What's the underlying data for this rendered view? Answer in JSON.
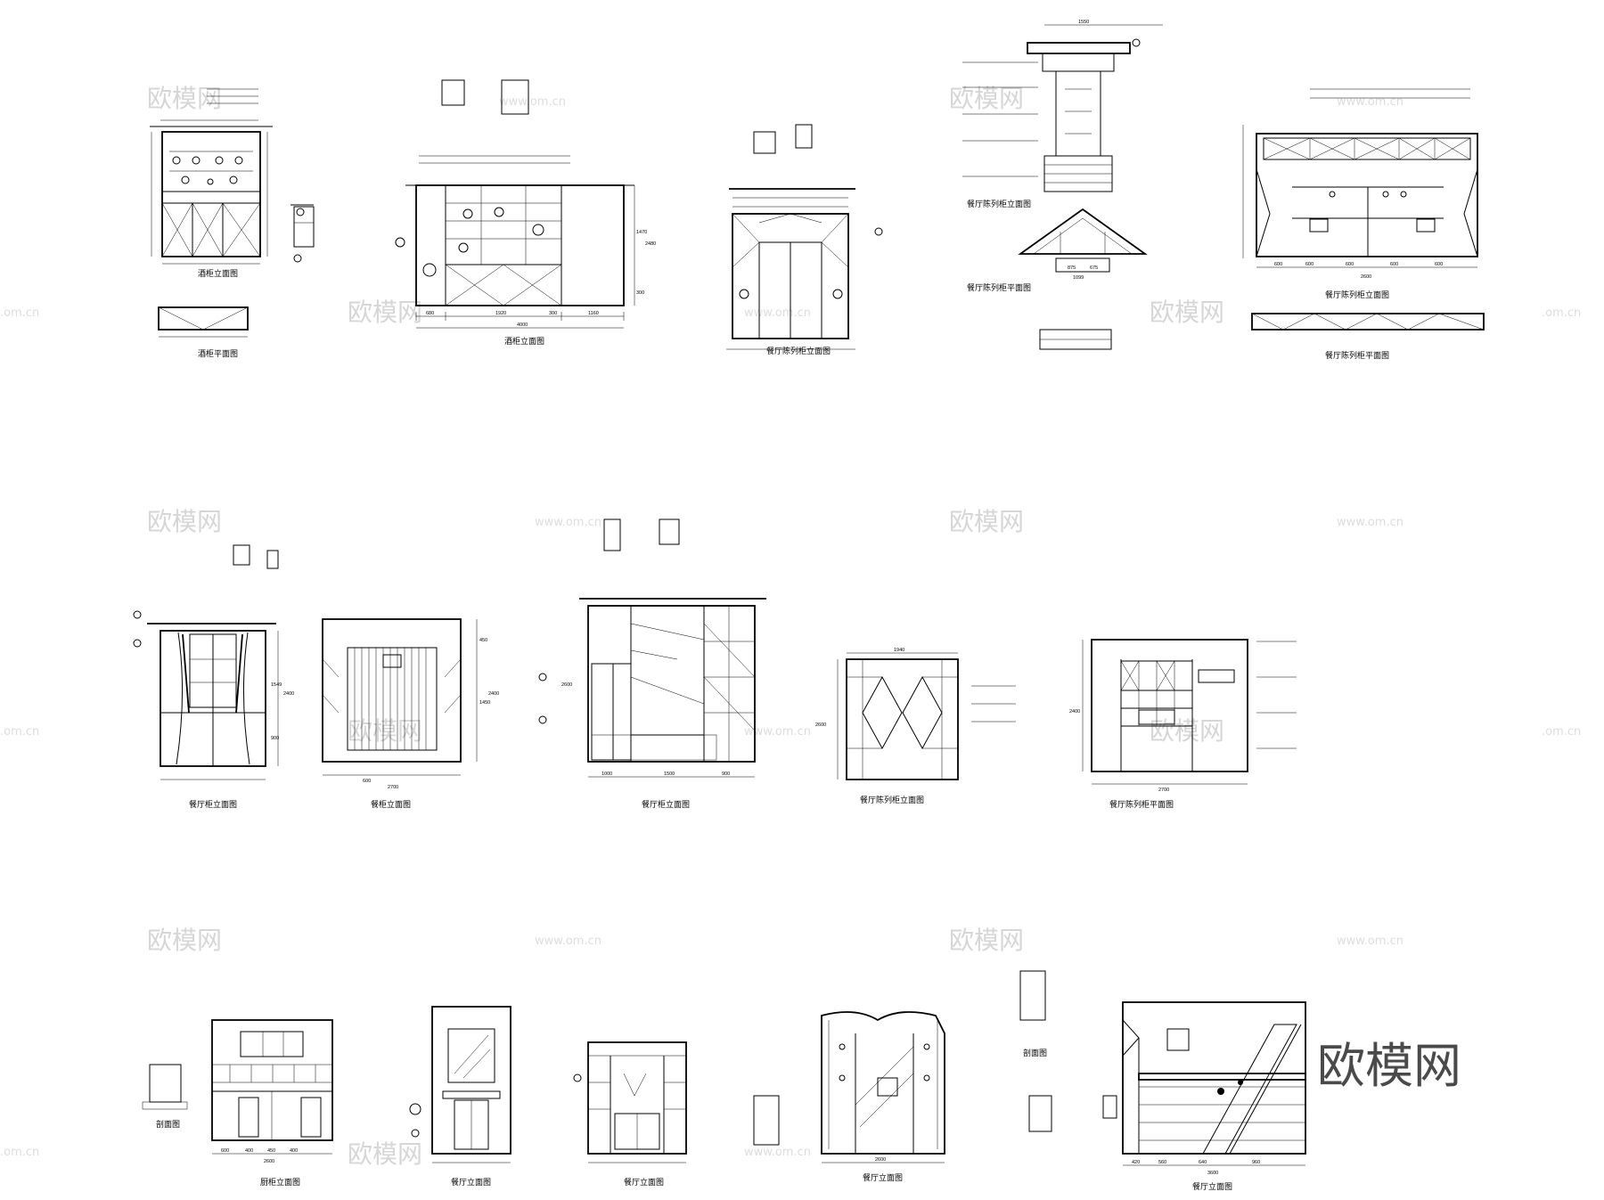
{
  "watermark": {
    "brand_cn": "欧模网",
    "url": "www.om.cn",
    "url_fragment": ".om.cn"
  },
  "brand_logo": "欧模网",
  "row1": {
    "d1": {
      "title": "酒柜立面图",
      "plan_title": "酒柜平面图"
    },
    "d2": {
      "title": "酒柜立面图",
      "dims": [
        "680",
        "1920",
        "300",
        "1160",
        "4000",
        "1470",
        "2480",
        "300"
      ]
    },
    "d3": {
      "title": "餐厅陈列柜立面图"
    },
    "d4": {
      "title": "餐厅陈列柜立面图",
      "plan_title": "餐厅陈列柜平面图",
      "dims": [
        "1550",
        "1099",
        "875",
        "675"
      ]
    },
    "d5": {
      "title": "餐厅陈列柜立面图",
      "plan_title": "餐厅陈列柜平面图",
      "dims": [
        "600",
        "600",
        "600",
        "600",
        "600",
        "2600"
      ]
    }
  },
  "row2": {
    "d1": {
      "title": "餐厅柜立面图",
      "dims": [
        "1549",
        "900",
        "2400"
      ]
    },
    "d2": {
      "title": "餐柜立面图",
      "dims": [
        "450",
        "2700",
        "2400",
        "1450",
        "600"
      ]
    },
    "d3": {
      "title": "餐厅柜立面图",
      "dims": [
        "1000",
        "1500",
        "900",
        "2600"
      ]
    },
    "d4": {
      "title": "餐厅陈列柜立面图",
      "dims": [
        "1940",
        "2600"
      ]
    },
    "d5": {
      "title": "餐厅陈列柜平面图",
      "dims": [
        "2700",
        "2400"
      ]
    }
  },
  "row3": {
    "d1": {
      "title": "厨柜立面图",
      "section": "剖面图",
      "dims": [
        "600",
        "400",
        "450",
        "400",
        "2600"
      ]
    },
    "d2": {
      "title": "餐厅立面图"
    },
    "d3": {
      "title": "餐厅立面图"
    },
    "d4": {
      "title": "餐厅立面图",
      "section": "剖面图",
      "dims": [
        "2600"
      ]
    },
    "d5": {
      "title": "餐厅立面图",
      "dims": [
        "420",
        "560",
        "640",
        "960",
        "3600"
      ]
    }
  }
}
